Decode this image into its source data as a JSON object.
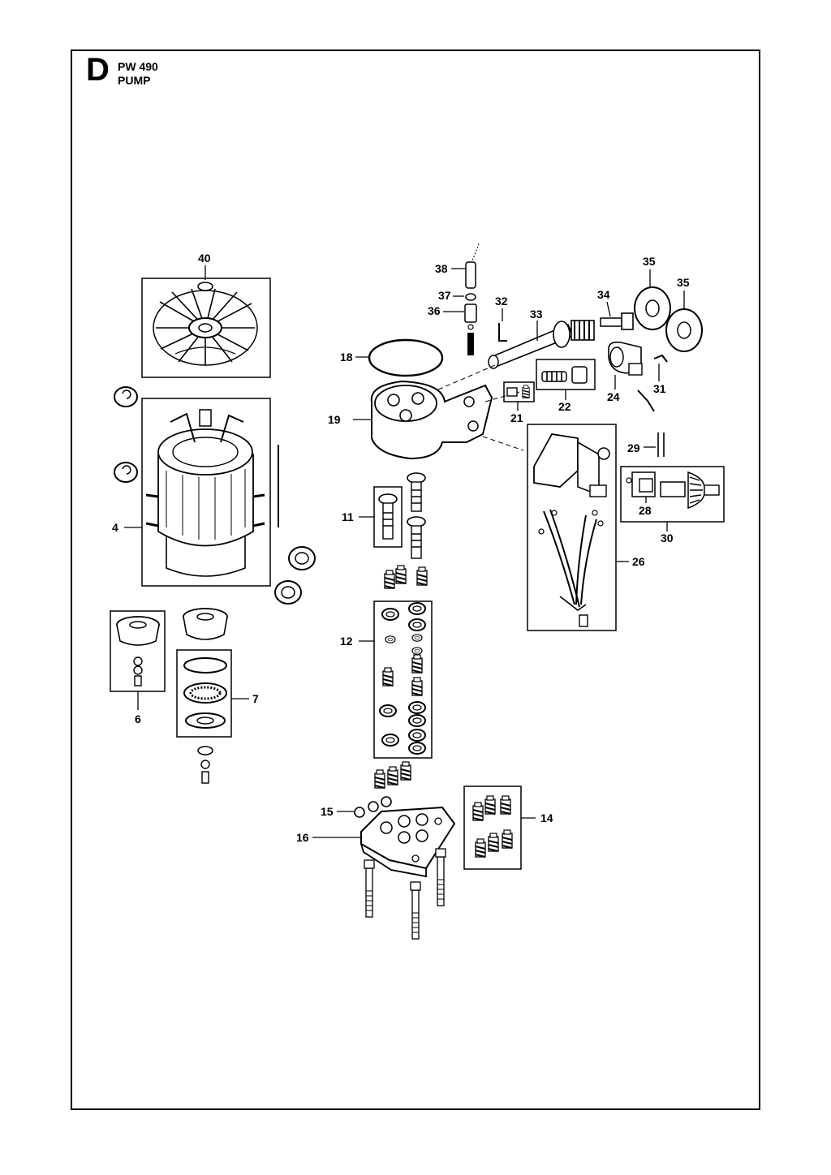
{
  "header": {
    "section_letter": "D",
    "model": "PW 490",
    "title": "PUMP"
  },
  "callouts": {
    "c40": "40",
    "c4": "4",
    "c6": "6",
    "c7": "7",
    "c38": "38",
    "c37": "37",
    "c36": "36",
    "c32": "32",
    "c33": "33",
    "c34": "34",
    "c35a": "35",
    "c35b": "35",
    "c18": "18",
    "c19": "19",
    "c21": "21",
    "c22": "22",
    "c24": "24",
    "c31": "31",
    "c29": "29",
    "c28": "28",
    "c30": "30",
    "c26": "26",
    "c11": "11",
    "c12": "12",
    "c14": "14",
    "c15": "15",
    "c16": "16"
  }
}
